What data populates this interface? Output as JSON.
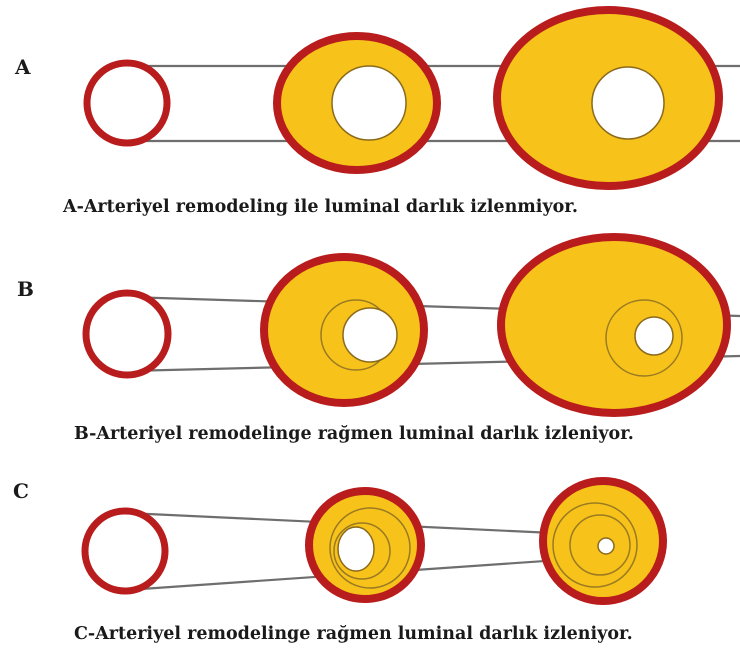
{
  "colors": {
    "vessel_wall": "#b81c1c",
    "plaque_fill": "#f7c21a",
    "plaque_fill_light": "#fbd54a",
    "lumen": "#ffffff",
    "guide_line": "#6e6e6e",
    "inner_ring": "#9a7a22"
  },
  "rows": [
    {
      "letter": "A",
      "caption": "A-Arteriyel remodeling ile luminal darlık izlenmiyor."
    },
    {
      "letter": "B",
      "caption": "B-Arteriyel remodelinge rağmen luminal darlık izleniyor."
    },
    {
      "letter": "C",
      "caption": "C-Arteriyel remodelinge rağmen luminal darlık izleniyor."
    }
  ]
}
